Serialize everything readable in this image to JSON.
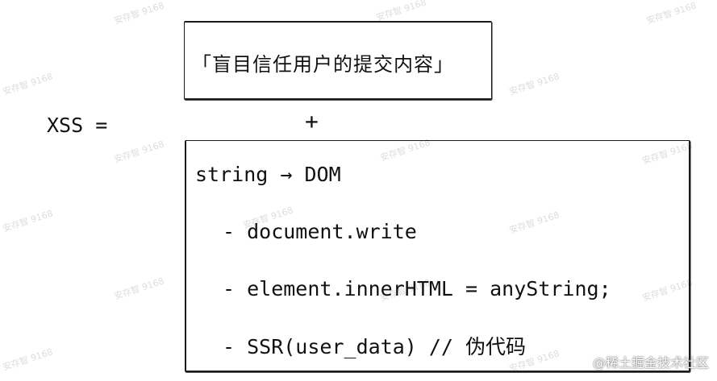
{
  "diagram": {
    "formula_left": "XSS =",
    "plus": "+",
    "top_box_text": "「盲目信任用户的提交内容」",
    "bottom_box": {
      "heading": "string → DOM",
      "items": [
        "- document.write",
        "- element.innerHTML = anyString;",
        "- SSR(user_data) //"
      ],
      "pseudo_code_label": "伪代码"
    }
  },
  "credit": "@稀土掘金技术社区",
  "watermark_text": "安存智 9168"
}
